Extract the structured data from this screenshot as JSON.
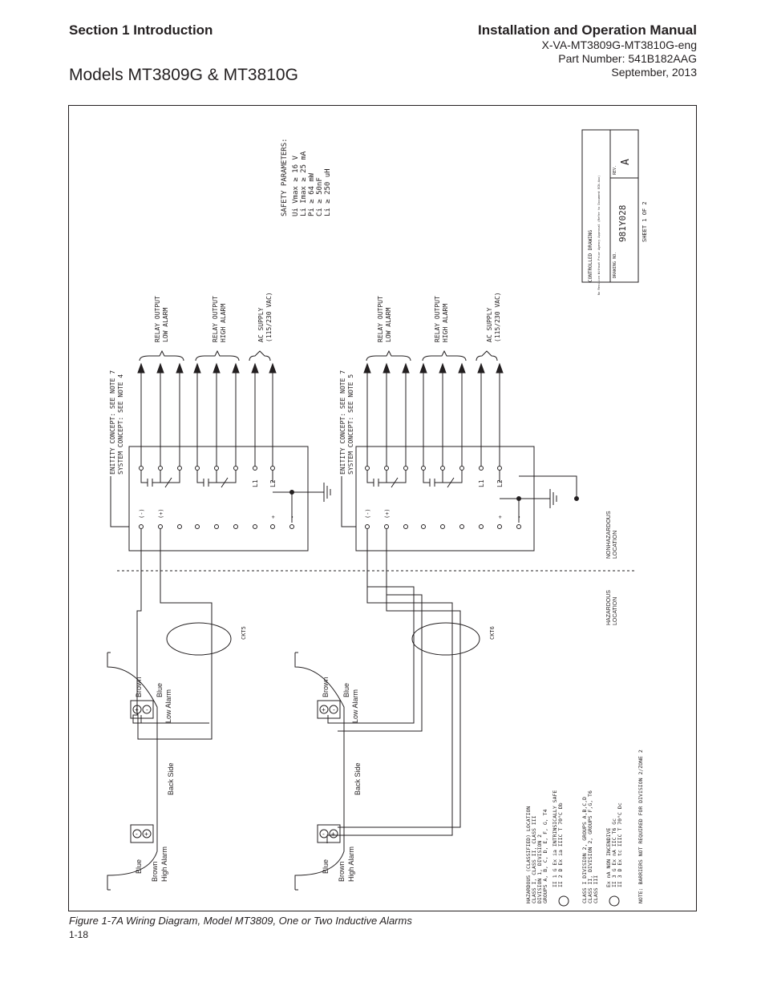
{
  "header": {
    "section": "Section 1 Introduction",
    "manual_title": "Installation and Operation Manual",
    "doc_id": "X-VA-MT3809G-MT3810G-eng",
    "part_number": "Part Number: 541B182AAG",
    "date": "September, 2013",
    "models": "Models MT3809G & MT3810G"
  },
  "drawing": {
    "safety_title": "SAFETY PARAMETERS:",
    "safety": [
      "Ui  Vmax ≥ 16 V",
      "Li  Imax ≥ 25 mA",
      "Pi  ≥ 64 mW",
      "Ci  ≥ 50nF",
      "Li  ≥ 250 uH"
    ],
    "controlled": "CONTROLLED DRAWING",
    "no_revision": "No Revision Without Prior Agency Approval (Refer to Document ECN-4xx)",
    "drawing_no_label": "DRAWING NO.",
    "drawing_no": "981Y028",
    "rev_label": "REV.",
    "rev": "A",
    "sheet": "SHEET 1 OF 2",
    "relay_low": [
      "RELAY OUTPUT",
      "LOW ALARM"
    ],
    "relay_high": [
      "RELAY OUTPUT",
      "HIGH ALARM"
    ],
    "ac_supply": [
      "AC SUPPLY",
      "(115/230 VAC)"
    ],
    "concept1": [
      "ENITITY CONCEPT: SEE NOTE 7",
      "SYSTEM CONCEPT: SEE NOTE 4"
    ],
    "concept2": [
      "ENITITY CONCEPT: SEE NOTE 7",
      "SYSTEM CONCEPT: SEE NOTE 5"
    ],
    "l1": "L1",
    "l2": "L2",
    "neg": "(-)",
    "pos": "(+)",
    "plus": "+",
    "minus": "-",
    "nonhaz": [
      "NONHAZARDOUS",
      "LOCATION"
    ],
    "haz": [
      "HAZARDOUS",
      "LOCATION"
    ],
    "ckt5": "CKT5",
    "ckt6": "CKT6",
    "brown": "Brown",
    "blue": "Blue",
    "low_alarm": "Low Alarm",
    "high_alarm": "High Alarm",
    "back_side": "Back Side",
    "plus_sym": "+",
    "minus_sym": "-",
    "notes": [
      "HAZARDOUS (CLASSIFIED) LOCATION",
      "CLASS I, CLASS II, CLASS III",
      "DIVISION 1, DIVISION 2",
      "GROUPS A, B, C, D, E, F, G, T4",
      "II 1 G Ex ia INTRINSICALLY SAFE",
      "II 2 D Ex ia IIIC T 70°C Db",
      "CLASS I DIVISION 2, GROUPS A,B,C,D",
      "CLASS II, DIVISION 2, GROUPS F,G, T6",
      "CLASS III",
      "Ex nA NON INCENDIVE",
      "II 3 G Ex nA IIC T6 Gc",
      "II 3 D Ex tc IIIC T 70°C Dc",
      "NOTE: BARRIERS NOT REQUIRED FOR DIVISION 2/ZONE 2"
    ]
  },
  "footer": {
    "caption": "Figure 1-7A Wiring Diagram, Model MT3809, One or Two Inductive Alarms",
    "page": "1-18"
  }
}
